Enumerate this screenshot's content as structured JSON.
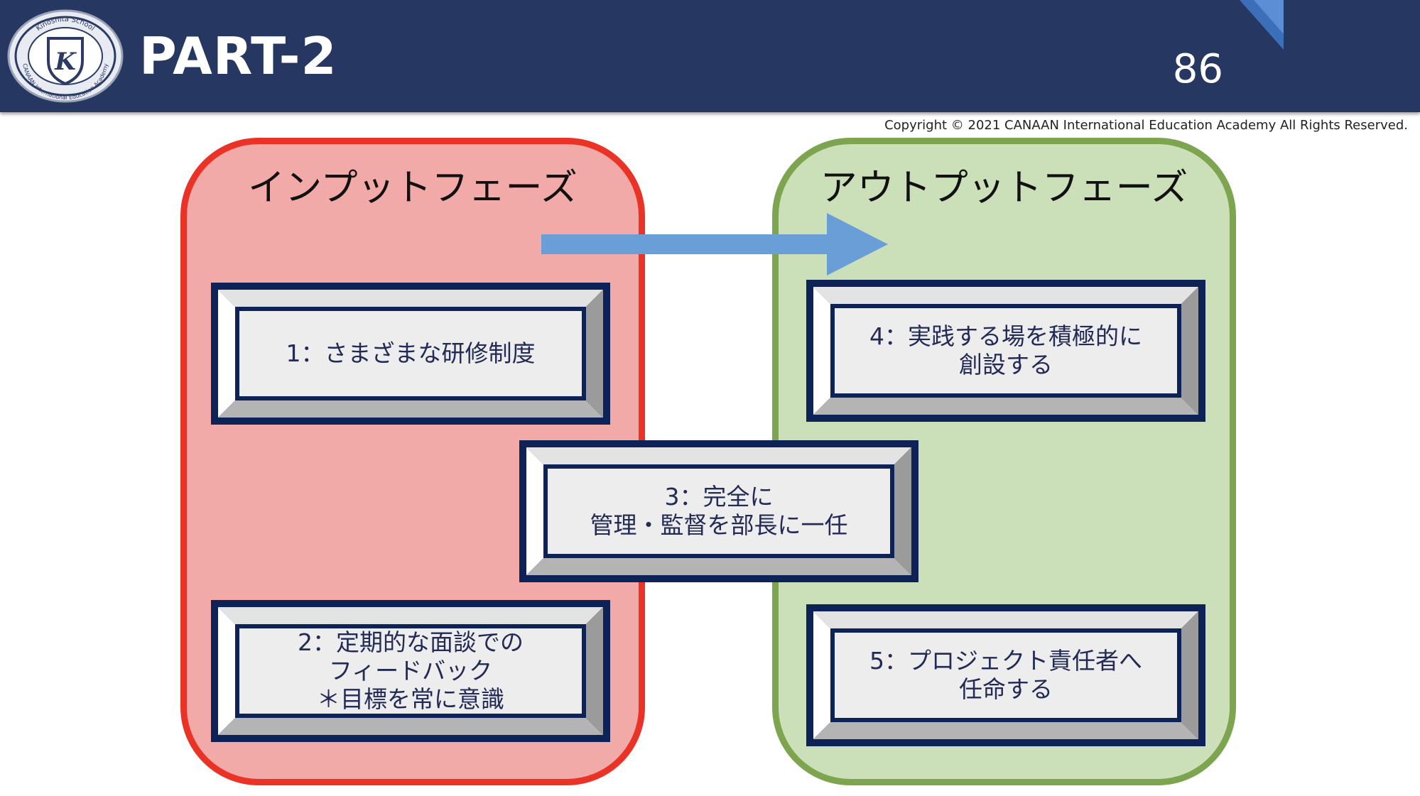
{
  "header": {
    "title": "PART-2",
    "page_number": "86",
    "logo": {
      "top_text": "Kinoshita School",
      "bottom_text": "CANAAN International Education Academy",
      "monogram": "K"
    }
  },
  "copyright": "Copyright © 2021 CANAAN International Education Academy All Rights Reserved.",
  "phases": {
    "input": {
      "title": "インプットフェーズ"
    },
    "output": {
      "title": "アウトプットフェーズ"
    }
  },
  "boxes": [
    {
      "lines": [
        "1：さまざまな研修制度"
      ]
    },
    {
      "lines": [
        "2：定期的な面談での",
        "フィードバック",
        "＊目標を常に意識"
      ]
    },
    {
      "lines": [
        "3：完全に",
        "管理・監督を部長に一任"
      ]
    },
    {
      "lines": [
        "4：実践する場を積極的に",
        "創設する"
      ]
    },
    {
      "lines": [
        "5：プロジェクト責任者へ",
        "任命する"
      ]
    }
  ],
  "colors": {
    "header_bg": "#263761",
    "input_fill": "#f2aaa9",
    "input_border": "#ea3326",
    "output_fill": "#cbdfb8",
    "output_border": "#7da550",
    "arrow": "#6a9ed6",
    "box_frame": "#0d2357"
  },
  "icons": {
    "logo": "school-crest-icon",
    "arrow": "right-arrow-icon"
  }
}
